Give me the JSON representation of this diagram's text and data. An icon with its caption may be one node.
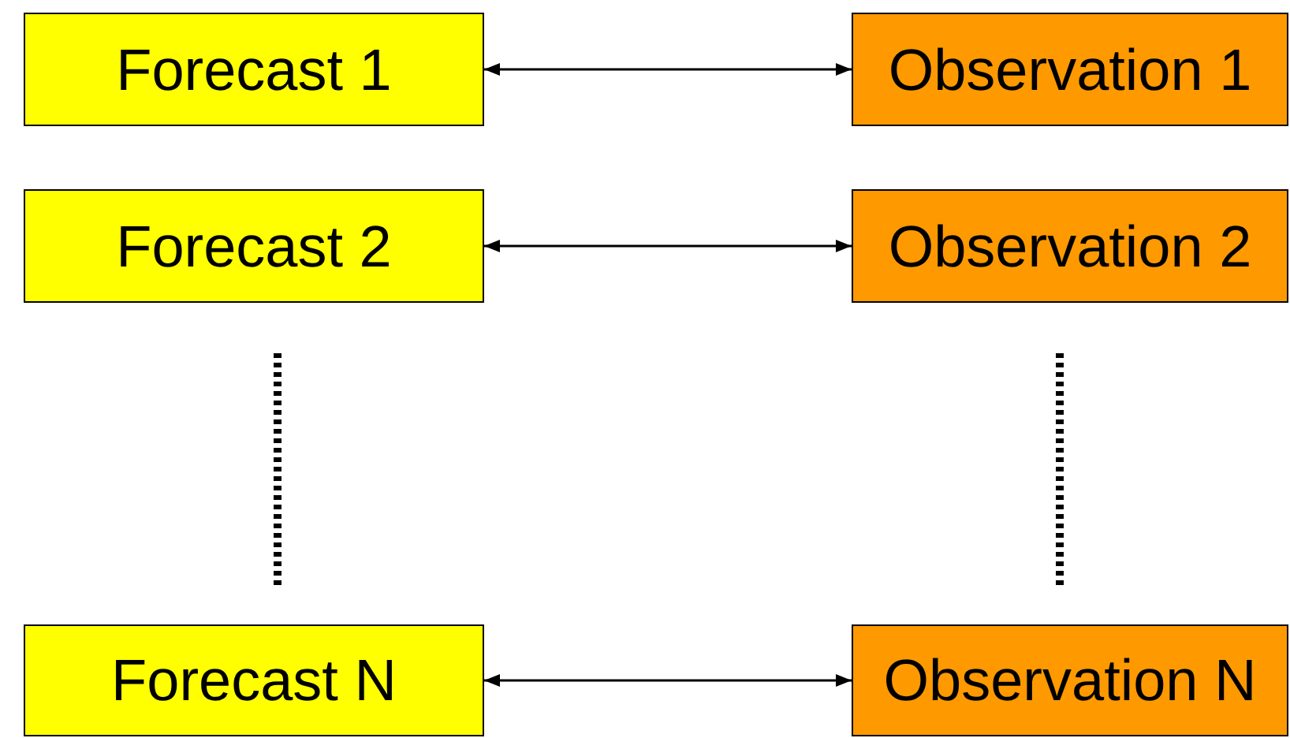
{
  "diagram": {
    "nodes": [
      {
        "text": [
          "Forecast 1"
        ]
      },
      {
        "text": [
          "Observation 1"
        ]
      },
      {
        "text": [
          "Forecast 2"
        ]
      },
      {
        "text": [
          "Observation 2"
        ]
      },
      {
        "text": [
          "Forecast N"
        ]
      },
      {
        "text": [
          "Observation N"
        ]
      }
    ],
    "edges": [
      {
        "from": 0,
        "to": 1,
        "arrow": "both"
      },
      {
        "from": 2,
        "to": 3,
        "arrow": "both"
      },
      {
        "from": 4,
        "to": 5,
        "arrow": "both"
      }
    ]
  }
}
